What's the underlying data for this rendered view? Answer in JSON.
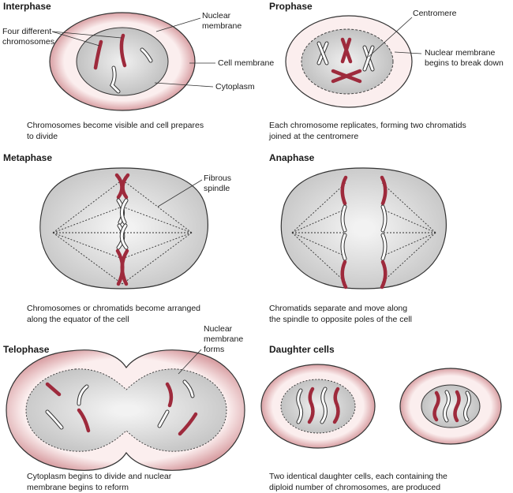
{
  "stages": [
    {
      "id": "interphase",
      "title": "Interphase",
      "caption": [
        "Chromosomes become visible and cell prepares",
        "to divide"
      ],
      "labels": [
        {
          "id": "nuclear-membrane",
          "lines": [
            "Nuclear",
            "membrane"
          ]
        },
        {
          "id": "four-different-chromosomes",
          "lines": [
            "Four different",
            "chromosomes"
          ]
        },
        {
          "id": "cell-membrane",
          "lines": [
            "Cell membrane"
          ]
        },
        {
          "id": "cytoplasm",
          "lines": [
            "Cytoplasm"
          ]
        }
      ]
    },
    {
      "id": "prophase",
      "title": "Prophase",
      "caption": [
        "Each chromosome replicates, forming two chromatids",
        "joined at the centromere"
      ],
      "labels": [
        {
          "id": "centromere",
          "lines": [
            "Centromere"
          ]
        },
        {
          "id": "nuclear-membrane-breaks",
          "lines": [
            "Nuclear membrane",
            "begins to break down"
          ]
        }
      ]
    },
    {
      "id": "metaphase",
      "title": "Metaphase",
      "caption": [
        "Chromosomes or chromatids become arranged",
        "along the equator of the cell"
      ],
      "labels": [
        {
          "id": "fibrous-spindle",
          "lines": [
            "Fibrous",
            "spindle"
          ]
        }
      ]
    },
    {
      "id": "anaphase",
      "title": "Anaphase",
      "caption": [
        "Chromatids separate and move along",
        "the spindle to opposite poles of the cell"
      ],
      "labels": []
    },
    {
      "id": "telophase",
      "title": "Telophase",
      "caption": [
        "Cytoplasm begins to divide and nuclear",
        " membrane begins to reform"
      ],
      "labels": [
        {
          "id": "nuclear-membrane-forms",
          "lines": [
            "Nuclear",
            "membrane",
            "forms"
          ]
        }
      ]
    },
    {
      "id": "daughter-cells",
      "title": "Daughter cells",
      "caption": [
        "Two identical daughter cells, each containing the",
        "diploid number of chromosomes, are produced"
      ],
      "labels": []
    }
  ],
  "colors": {
    "chromosome_red": "#9e2a3c",
    "chromosome_white": "#ffffff",
    "cytoplasm_grey": "#d9d9d9",
    "membrane_pink": "#e6b8b8",
    "outline": "#333333"
  }
}
